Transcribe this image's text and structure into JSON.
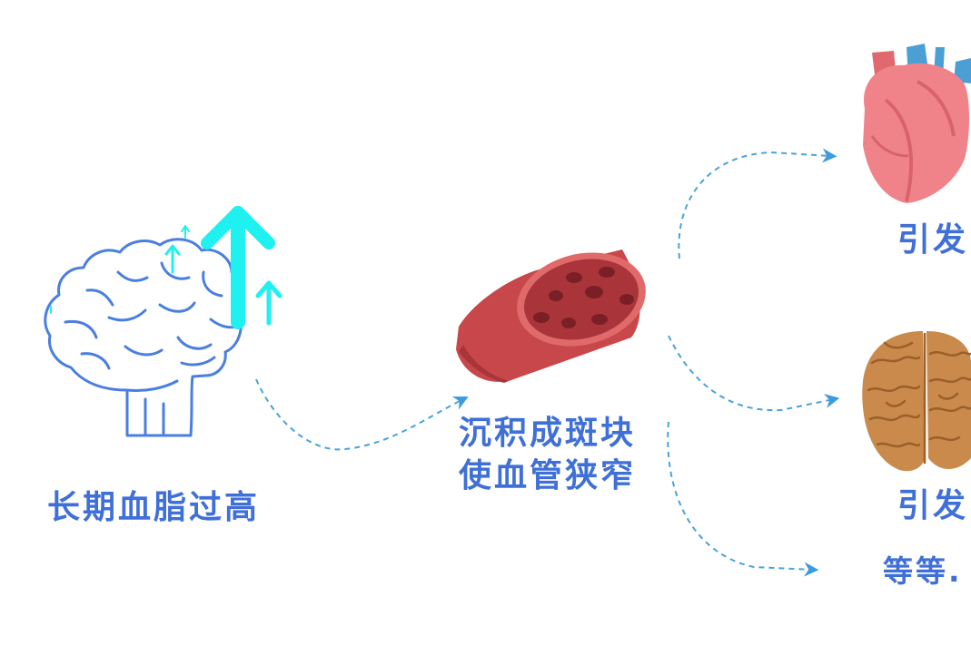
{
  "stages": {
    "cause": {
      "label": "长期血脂过高"
    },
    "mechanism": {
      "line1": "沉积成斑块",
      "line2": "使血管狭窄"
    },
    "outcomes": [
      {
        "label": "引发"
      },
      {
        "label": "引发"
      },
      {
        "label": "等等."
      }
    ]
  },
  "colors": {
    "label": "#3f6fd8",
    "brain_outline": "#4a7fe0",
    "up_arrow": "#1ff0f0",
    "connector": "#4aa3d8",
    "arrow_head": "#3a9be0",
    "vessel": "#c8474b",
    "vessel_inner": "#e06a6a",
    "heart": "#f0838a",
    "brain_organ": "#c98a4c"
  },
  "icons": [
    "brain-outline-icon",
    "up-arrow-icon",
    "blood-vessel-icon",
    "heart-icon",
    "brain-icon",
    "dashed-arrow-icon"
  ]
}
